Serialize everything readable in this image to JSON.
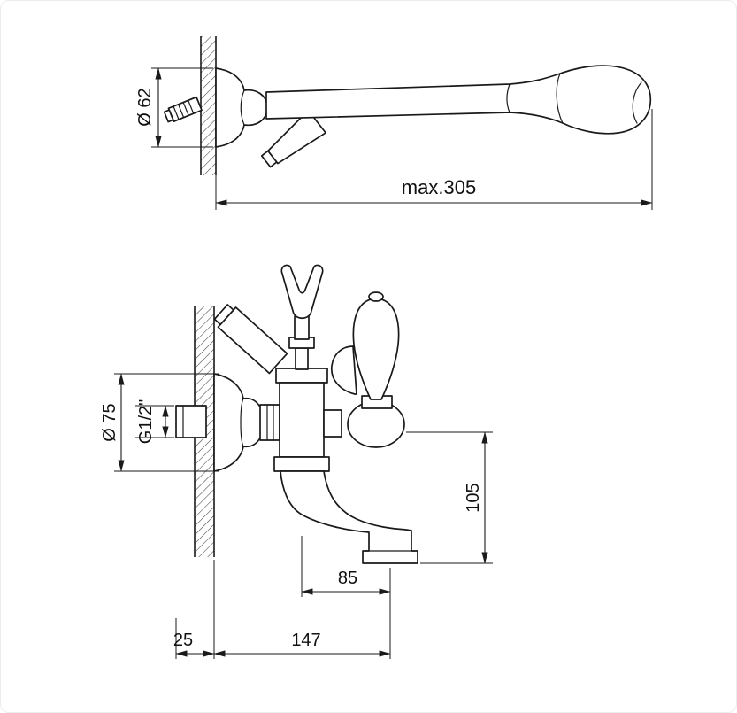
{
  "drawing": {
    "type": "technical-dimension-drawing",
    "figures": {
      "handshower": {
        "dim_holder_diameter": "Ø 62",
        "dim_max_length": "max.305"
      },
      "mixer": {
        "dim_flange_diameter": "Ø 75",
        "dim_thread": "G1/2\"",
        "dim_spout_height": "105",
        "dim_spout_reach": "85",
        "dim_total_depth": "147",
        "dim_wall_offset": "25"
      }
    },
    "colors": {
      "line": "#1a1a1a",
      "background": "#ffffff",
      "hatch": "#444444"
    }
  }
}
